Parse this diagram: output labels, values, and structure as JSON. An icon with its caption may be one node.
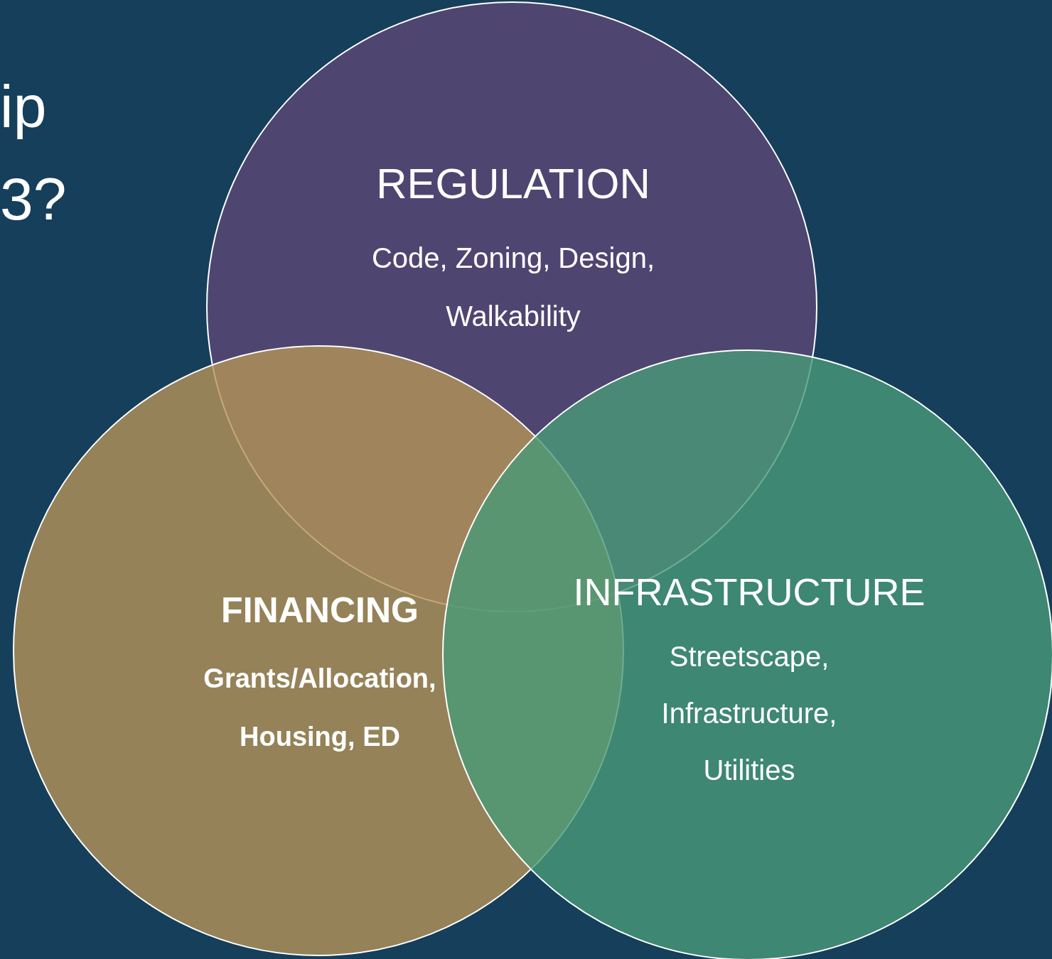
{
  "diagram": {
    "nodes": [
      {
        "text": [
          "REGULATION",
          "Code, Zoning, Design, Walkability"
        ]
      },
      {
        "text": [
          "FINANCING",
          "Grants/Allocation, Housing, ED"
        ]
      },
      {
        "text": [
          "INFRASTRUCTURE",
          "Streetscape, Infrastructure, Utilities"
        ]
      }
    ],
    "labels": [
      "ip",
      "3?"
    ]
  }
}
